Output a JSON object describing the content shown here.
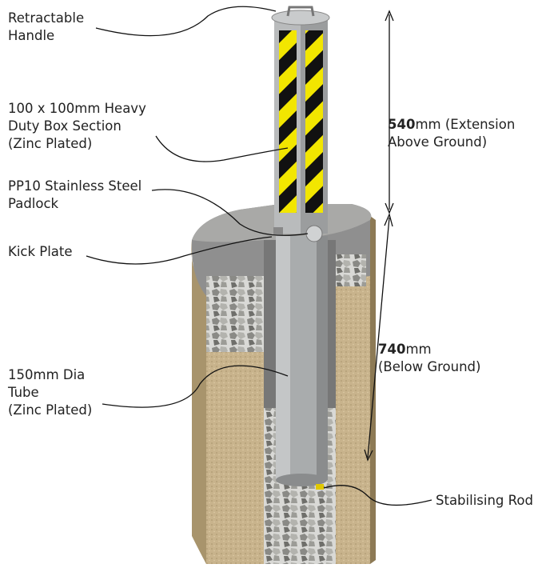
{
  "labels": {
    "handle": [
      "Retractable",
      "Handle"
    ],
    "box_section": [
      "100 x 100mm Heavy",
      "Duty Box Section",
      "(Zinc Plated)"
    ],
    "padlock": [
      "PP10 Stainless Steel",
      "Padlock"
    ],
    "kick_plate": [
      "Kick Plate"
    ],
    "tube": [
      "150mm Dia",
      "Tube",
      "(Zinc Plated)"
    ],
    "stabilising_rod": [
      "Stabilising Rod"
    ]
  },
  "dimensions": {
    "above": {
      "value": "540",
      "unit": "mm (Extension",
      "line2": "Above Ground)"
    },
    "below": {
      "value": "740",
      "unit": "mm",
      "line2": "(Below Ground)"
    }
  },
  "colors": {
    "stripe_yellow": "#f2e600",
    "stripe_black": "#111111",
    "steel": "#a9acad",
    "concrete": "#8e8e8e",
    "sand": "#c9b48e"
  }
}
